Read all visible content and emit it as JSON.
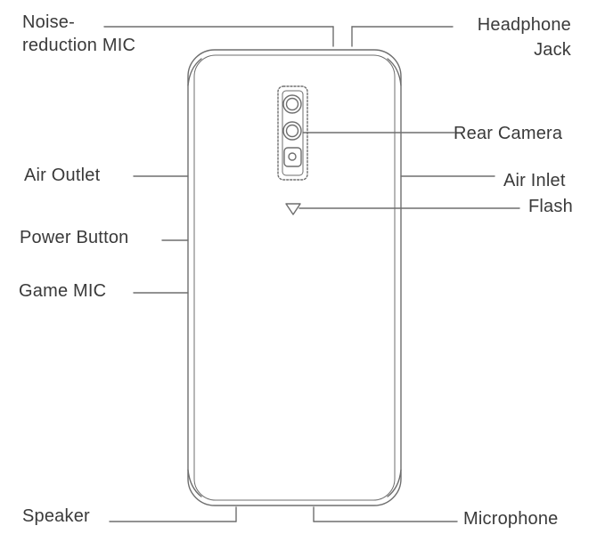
{
  "labels": {
    "noise_mic": [
      "Noise-",
      "reduction MIC"
    ],
    "headphone_jack": [
      "Headphone",
      "Jack"
    ],
    "rear_camera": "Rear Camera",
    "air_outlet": "Air Outlet",
    "air_inlet": "Air  Inlet",
    "flash": "Flash",
    "power_button": "Power Button",
    "game_mic": "Game MIC",
    "speaker": "Speaker",
    "microphone": "Microphone"
  },
  "colors": {
    "line": "#6e6e6e",
    "text": "#3a3a3a",
    "background": "#ffffff"
  }
}
